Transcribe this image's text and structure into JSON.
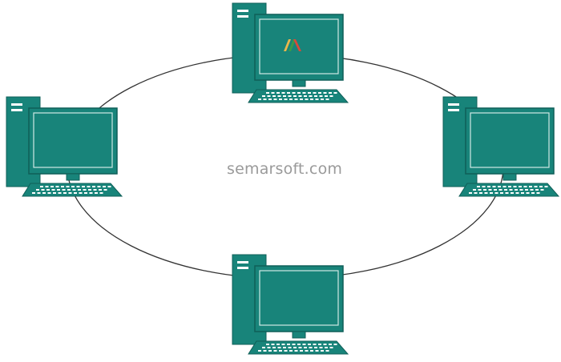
{
  "diagram": {
    "watermark": "semarsoft.com",
    "colors": {
      "body": "#18847a",
      "dark": "#0f5f58",
      "screen_frame": "#1c9186",
      "line": "#333333",
      "background": "#ffffff"
    },
    "nodes": [
      {
        "id": "top",
        "icon": "desktop-computer-icon",
        "logo": true
      },
      {
        "id": "left",
        "icon": "desktop-computer-icon",
        "logo": false
      },
      {
        "id": "right",
        "icon": "desktop-computer-icon",
        "logo": false
      },
      {
        "id": "bottom",
        "icon": "desktop-computer-icon",
        "logo": false
      }
    ]
  }
}
